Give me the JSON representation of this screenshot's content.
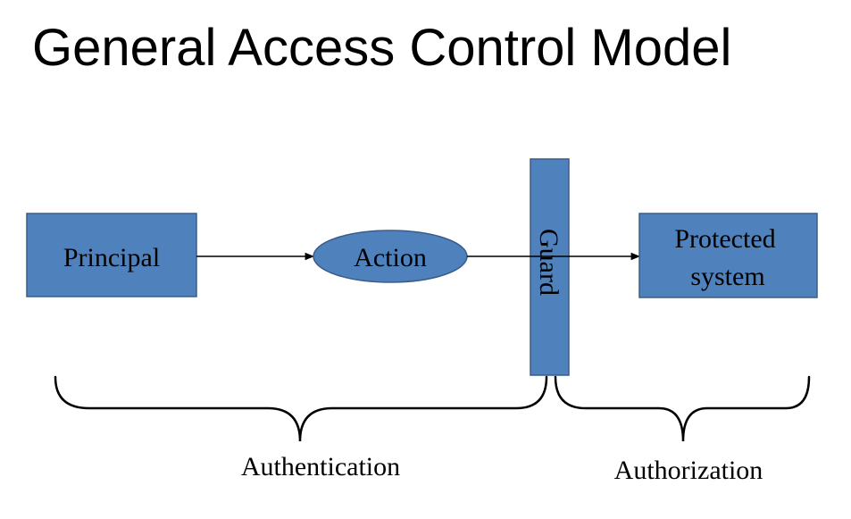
{
  "slide": {
    "title": "General Access Control Model"
  },
  "diagram": {
    "principal": "Principal",
    "action": "Action",
    "guard": "Guard",
    "protected_line1": "Protected",
    "protected_line2": "system",
    "authentication": "Authentication",
    "authorization": "Authorization"
  },
  "colors": {
    "shape_fill": "#4f81bd",
    "shape_stroke": "#385d8a"
  }
}
